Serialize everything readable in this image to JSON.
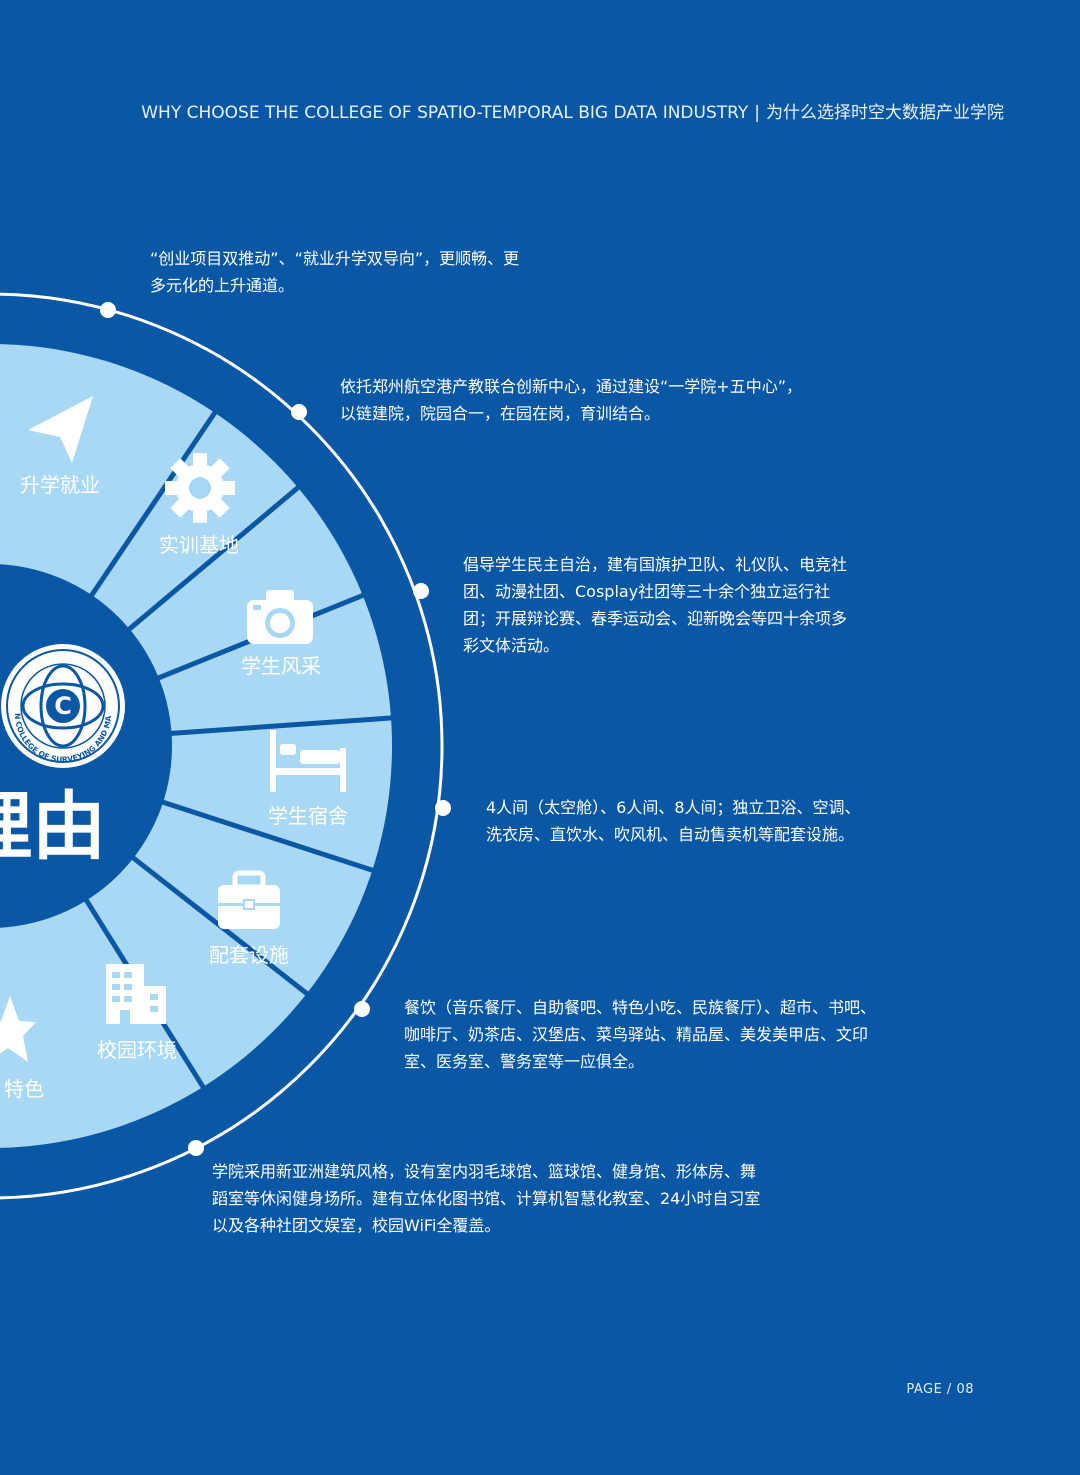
{
  "header": {
    "en": "WHY CHOOSE THE COLLEGE OF SPATIO-TEMPORAL BIG DATA INDUSTRY",
    "separator": "|",
    "cn": "为什么选择时空大数据产业学院"
  },
  "colors": {
    "background": "#0a57a5",
    "ring_line": "#ffffff",
    "segment_fill": "#a9d8f5",
    "segment_divider": "#0a57a5",
    "icon_color": "#ffffff",
    "center_fill": "#0a57a5"
  },
  "wheel": {
    "segments": [
      {
        "label": "升学就业",
        "icon": "send-arrow-icon"
      },
      {
        "label": "实训基地",
        "icon": "gear-icon"
      },
      {
        "label": "学生风采",
        "icon": "camera-icon"
      },
      {
        "label": "学生宿舍",
        "icon": "bed-icon"
      },
      {
        "label": "配套设施",
        "icon": "briefcase-icon"
      },
      {
        "label": "校园环境",
        "icon": "building-icon"
      },
      {
        "label": "特色",
        "icon": "star-icon"
      }
    ],
    "center_text": "理由",
    "logo_text": "HENAN COLLEGE OF SURVEYING AND MAPPING"
  },
  "descriptions": [
    {
      "lines": [
        "“创业项目双推动”、“就业升学双导向”，更顺畅、更",
        "多元化的上升通道。"
      ]
    },
    {
      "lines": [
        "依托郑州航空港产教联合创新中心，通过建设“一学院+五中心”，",
        "以链建院，院园合一，在园在岗，育训结合。"
      ]
    },
    {
      "lines": [
        "倡导学生民主自治，建有国旗护卫队、礼仪队、电竞社",
        "团、动漫社团、Cosplay社团等三十余个独立运行社",
        "团；开展辩论赛、春季运动会、迎新晚会等四十余项多",
        "彩文体活动。"
      ]
    },
    {
      "lines": [
        "4人间（太空舱）、6人间、8人间；独立卫浴、空调、",
        "洗衣房、直饮水、吹风机、自动售卖机等配套设施。"
      ]
    },
    {
      "lines": [
        "餐饮（音乐餐厅、自助餐吧、特色小吃、民族餐厅）、超市、书吧、",
        "咖啡厅、奶茶店、汉堡店、菜鸟驿站、精品屋、美发美甲店、文印",
        "室、医务室、警务室等一应俱全。"
      ]
    },
    {
      "lines": [
        "学院采用新亚洲建筑风格，设有室内羽毛球馆、篮球馆、健身馆、形体房、舞",
        "蹈室等休闲健身场所。建有立体化图书馆、计算机智慧化教室、24小时自习室",
        "以及各种社团文娱室，校园WiFi全覆盖。"
      ]
    }
  ],
  "page": {
    "label": "PAGE / 08"
  }
}
